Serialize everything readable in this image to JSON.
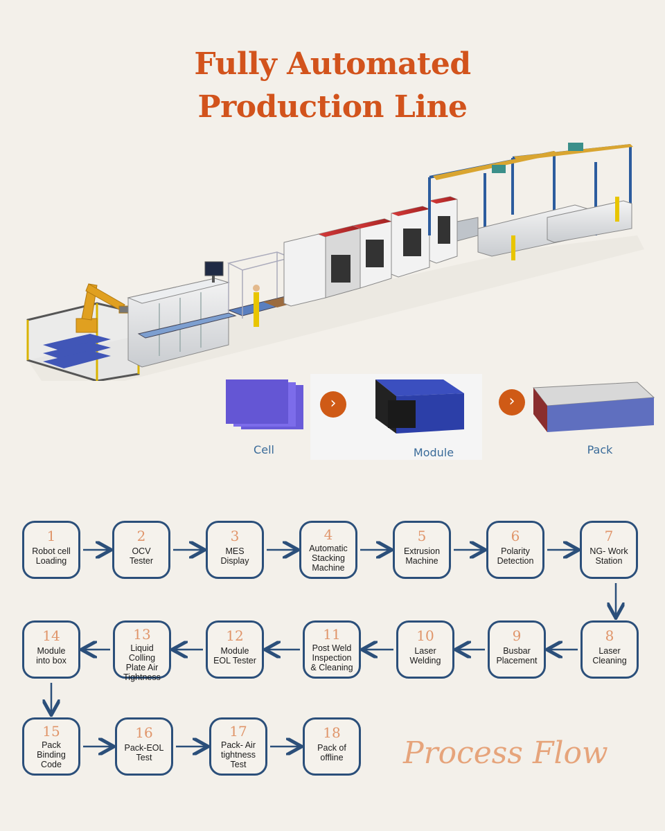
{
  "title": {
    "line1": "Fully Automated",
    "line2": "Production Line"
  },
  "colors": {
    "title": "#d2531c",
    "step_border": "#2b4f7a",
    "step_number": "#e0956a",
    "stage_label": "#3a6b99",
    "stage_arrow": "#cf5a16",
    "process_flow": "#e6a47b"
  },
  "stages": {
    "cell": "Cell",
    "module": "Module",
    "pack": "Pack",
    "arrow_icon": "chevron-right-icon"
  },
  "steps": [
    {
      "num": "1",
      "label": "Robot cell\nLoading"
    },
    {
      "num": "2",
      "label": "OCV\nTester"
    },
    {
      "num": "3",
      "label": "MES\nDisplay"
    },
    {
      "num": "4",
      "label": "Automatic\nStacking\nMachine"
    },
    {
      "num": "5",
      "label": "Extrusion\nMachine"
    },
    {
      "num": "6",
      "label": "Polarity\nDetection"
    },
    {
      "num": "7",
      "label": "NG- Work\nStation"
    },
    {
      "num": "8",
      "label": "Laser\nCleaning"
    },
    {
      "num": "9",
      "label": "Busbar\nPlacement"
    },
    {
      "num": "10",
      "label": "Laser\nWelding"
    },
    {
      "num": "11",
      "label": "Post Weld\nInspection\n& Cleaning"
    },
    {
      "num": "12",
      "label": "Module\nEOL Tester"
    },
    {
      "num": "13",
      "label": "Liquid Colling\nPlate Air\nTightness"
    },
    {
      "num": "14",
      "label": "Module\ninto box"
    },
    {
      "num": "15",
      "label": "Pack\nBinding\nCode"
    },
    {
      "num": "16",
      "label": "Pack-EOL\nTest"
    },
    {
      "num": "17",
      "label": "Pack- Air\ntightness\nTest"
    },
    {
      "num": "18",
      "label": "Pack of\noffline"
    }
  ],
  "process_flow_label": "Process Flow"
}
